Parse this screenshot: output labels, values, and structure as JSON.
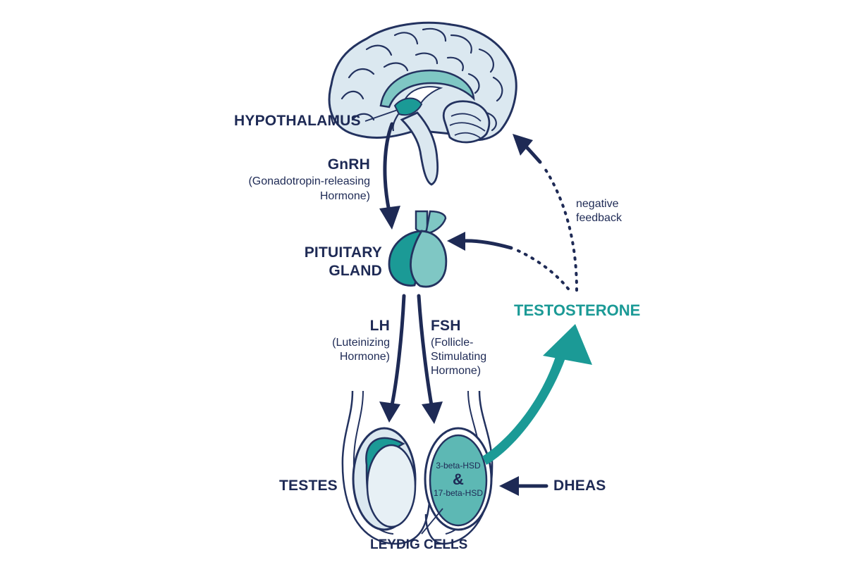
{
  "labels": {
    "hypothalamus": "HYPOTHALAMUS",
    "gnrh_title": "GnRH",
    "gnrh_line1": "(Gonadotropin-releasing",
    "gnrh_line2": "Hormone)",
    "pituitary_line1": "PITUITARY",
    "pituitary_line2": "GLAND",
    "lh_title": "LH",
    "lh_line1": "(Luteinizing",
    "lh_line2": "Hormone)",
    "fsh_title": "FSH",
    "fsh_line1": "(Follicle-",
    "fsh_line2": "Stimulating",
    "fsh_line3": "Hormone)",
    "testosterone": "TESTOSTERONE",
    "negative_line1": "negative",
    "negative_line2": "feedback",
    "testes": "TESTES",
    "dheas": "DHEAS",
    "leydig": "LEYDIG CELLS",
    "enzyme1": "3-beta-HSD",
    "enzyme_amp": "&",
    "enzyme2": "17-beta-HSD"
  },
  "colors": {
    "navy": "#1e2a55",
    "teal": "#1b9a96",
    "light_teal": "#7fc7c4",
    "pale_blue": "#dbe8f0",
    "outline": "#23325f"
  },
  "icons": [
    "brain-icon",
    "pituitary-gland-icon",
    "testes-icon"
  ]
}
